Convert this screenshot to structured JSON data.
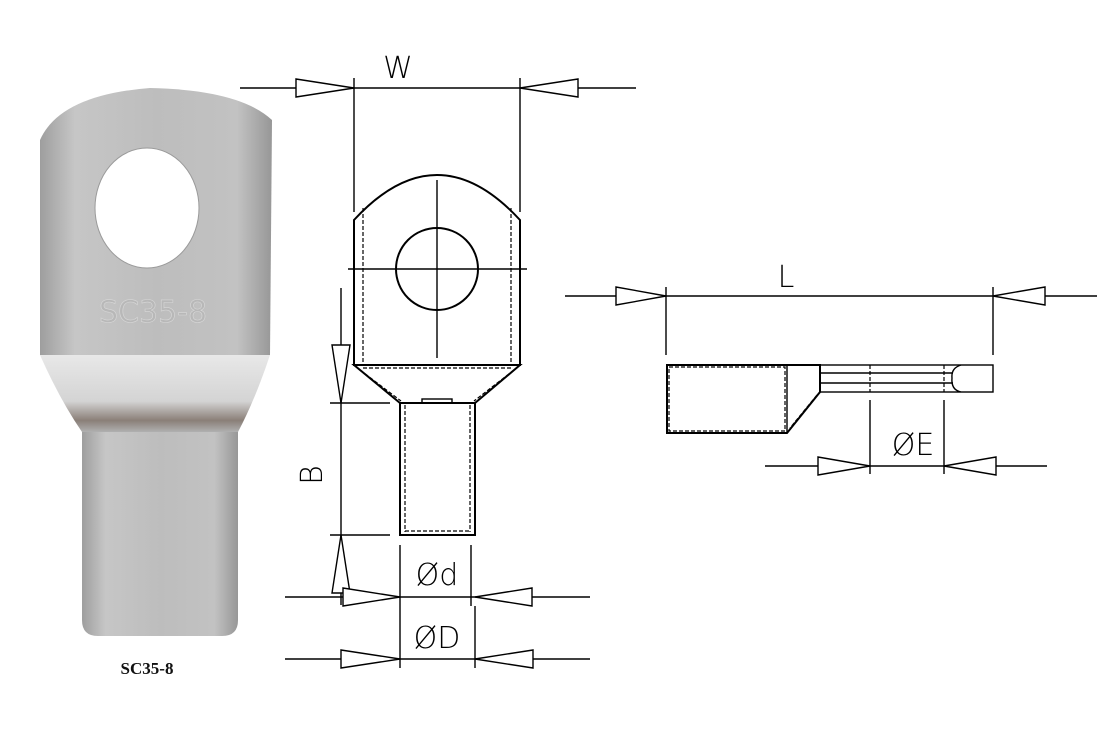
{
  "photo": {
    "caption": "SC35-8",
    "embossed_marking": "SC35-8"
  },
  "front_view": {
    "width_label": "W",
    "barrel_length_label": "B",
    "inner_diameter_label": "Ød",
    "outer_diameter_label": "ØD"
  },
  "side_view": {
    "length_label": "L",
    "hole_diameter_label": "ØE"
  },
  "colors": {
    "lines": "#000000",
    "metal": "#b9b9b9"
  }
}
